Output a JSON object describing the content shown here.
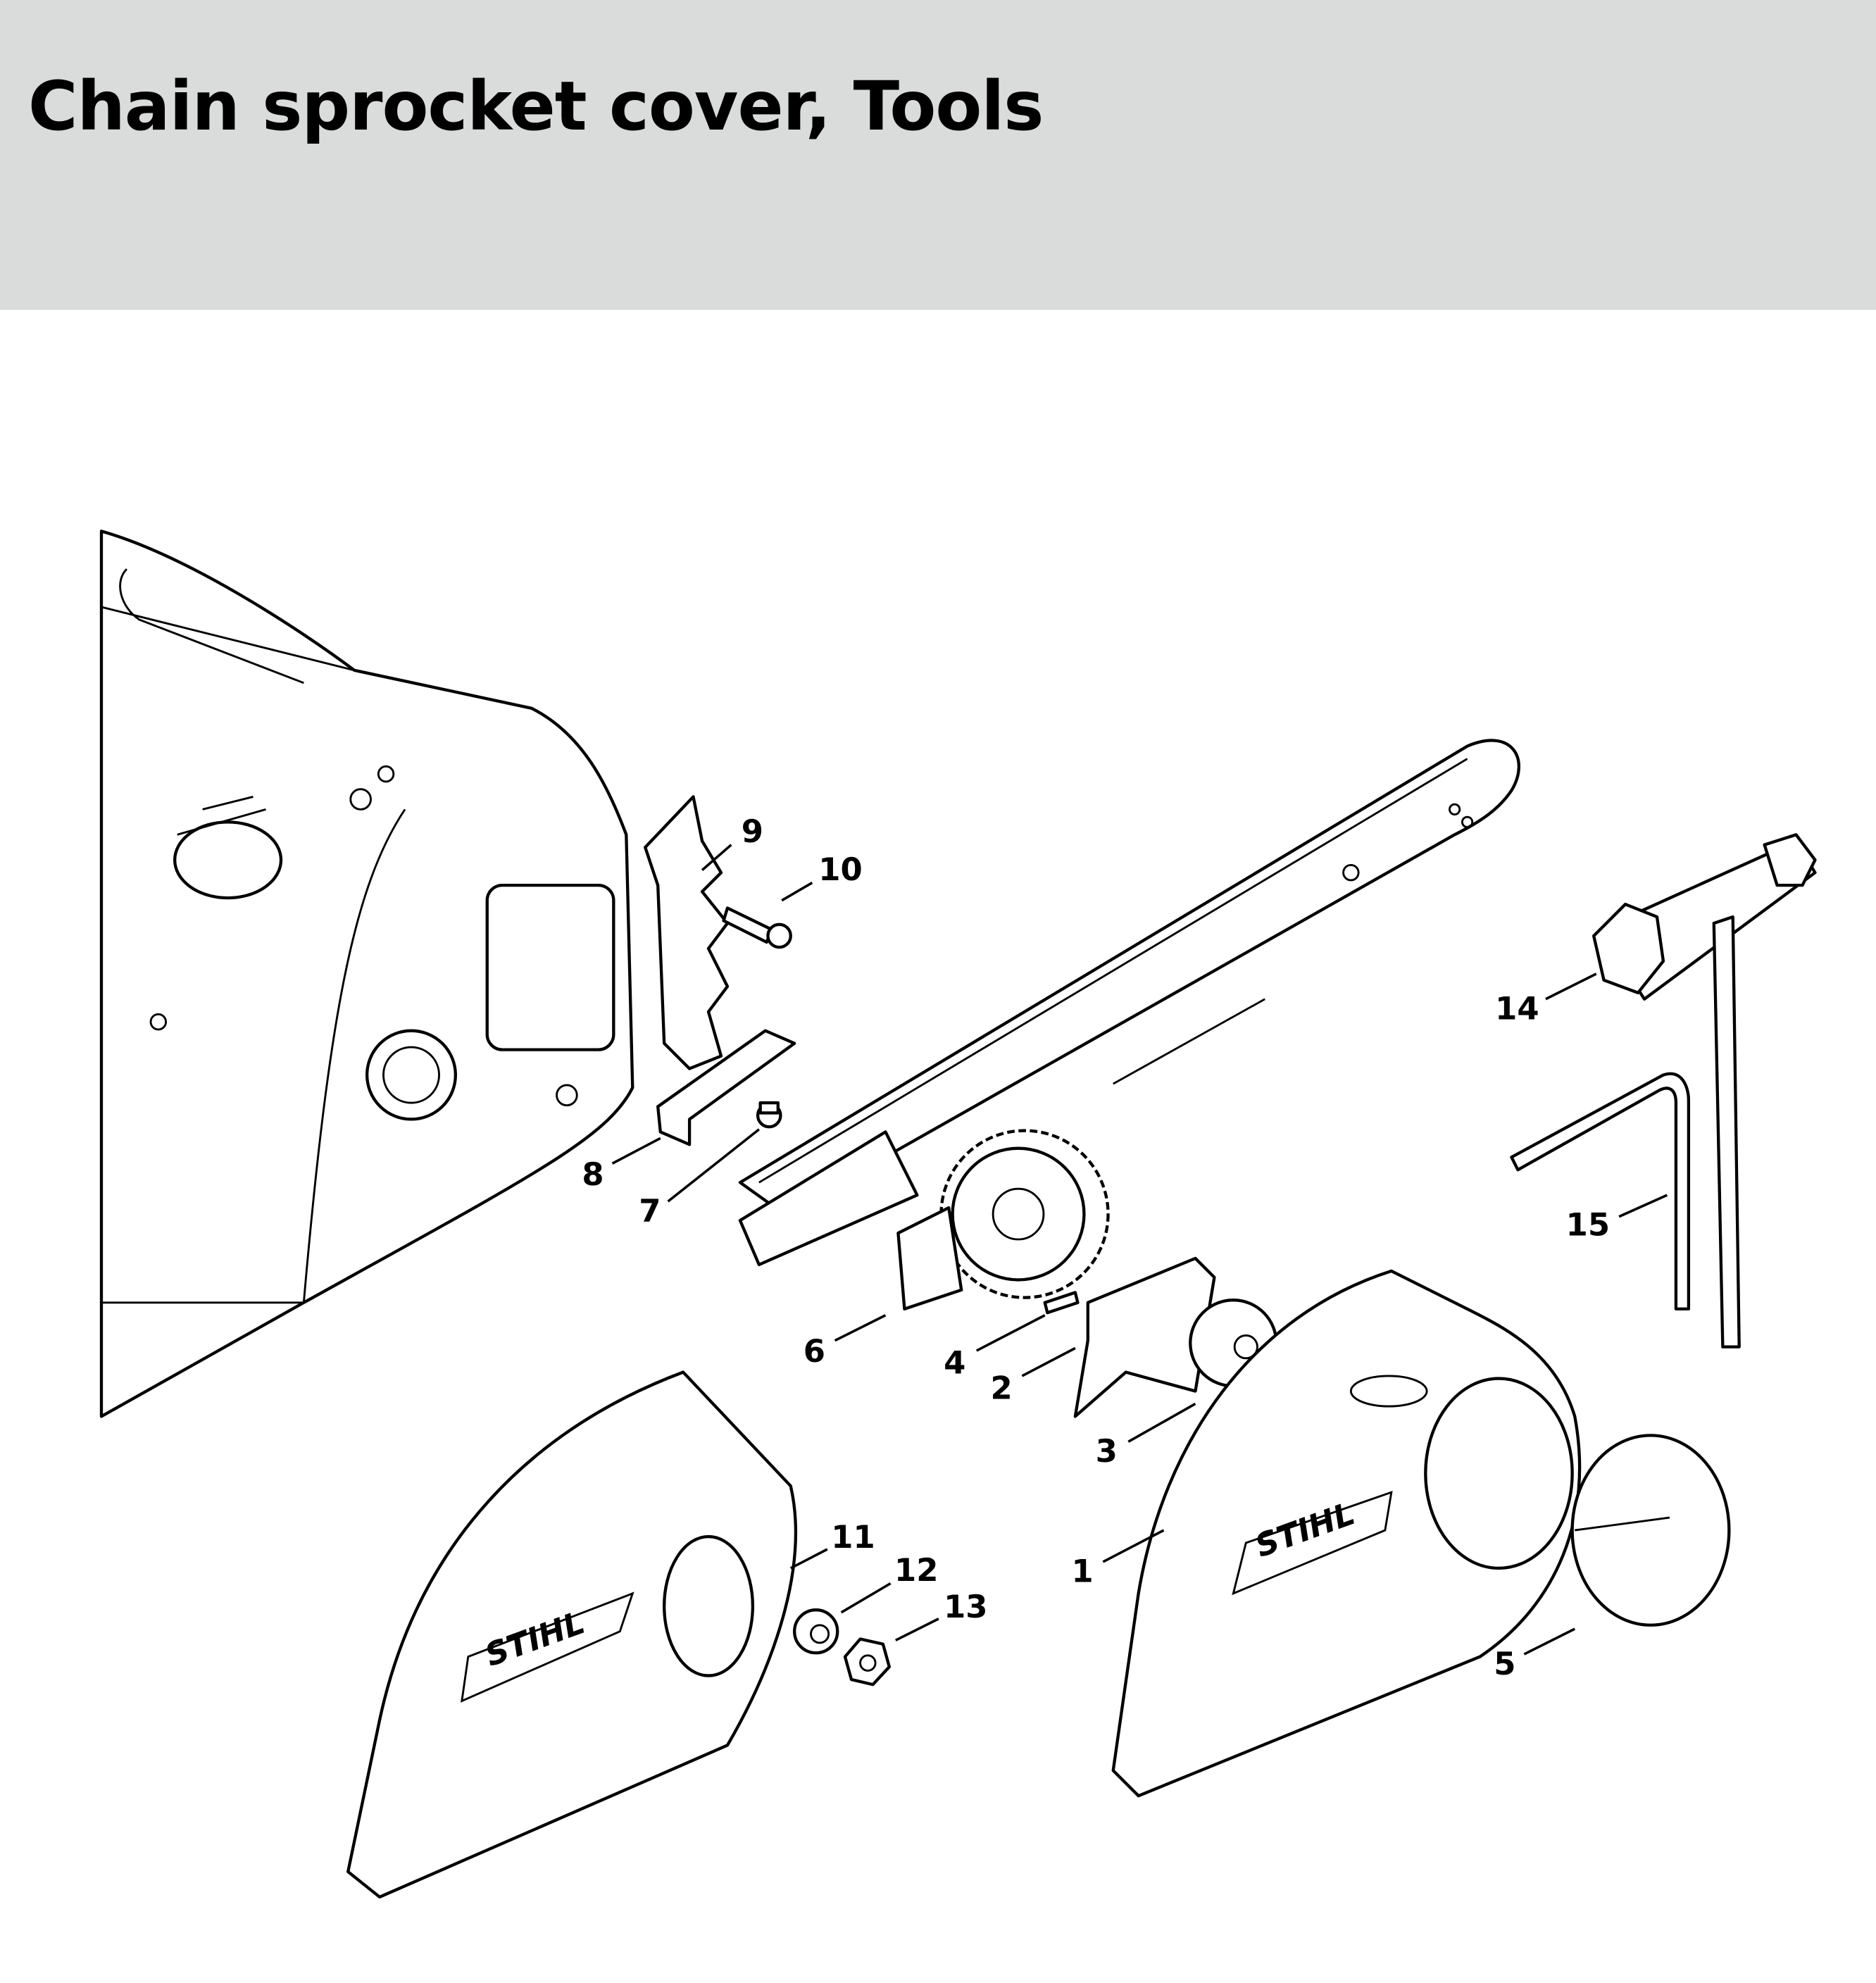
{
  "header": {
    "title": "Chain sprocket cover, Tools",
    "background": "#dadcdb"
  },
  "diagram": {
    "callouts": [
      {
        "id": "1"
      },
      {
        "id": "2"
      },
      {
        "id": "3"
      },
      {
        "id": "4"
      },
      {
        "id": "5"
      },
      {
        "id": "6"
      },
      {
        "id": "7"
      },
      {
        "id": "8"
      },
      {
        "id": "9"
      },
      {
        "id": "10"
      },
      {
        "id": "11"
      },
      {
        "id": "12"
      },
      {
        "id": "13"
      },
      {
        "id": "14"
      },
      {
        "id": "15"
      }
    ],
    "brand_mark": "STIHL"
  }
}
